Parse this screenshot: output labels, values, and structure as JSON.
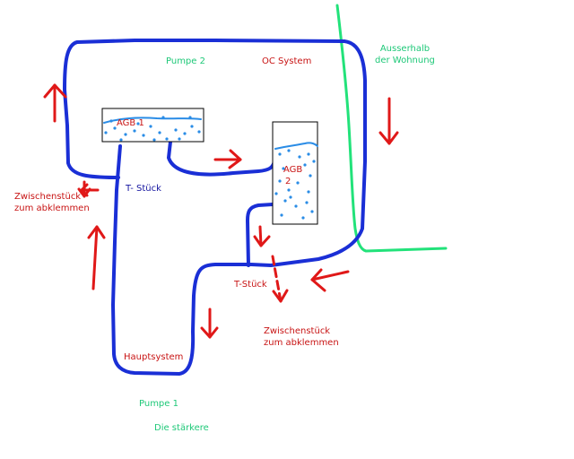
{
  "labels": {
    "pumpe2": "Pumpe 2",
    "oc_system": "OC System",
    "ausserhalb_line1": "Ausserhalb",
    "ausserhalb_line2": "der Wohnung",
    "agb1": "AGB 1",
    "agb2_line1": "AGB",
    "agb2_line2": "2",
    "t_stueck_left": "T- Stück",
    "zwischen_left_line1": "Zwischenstück",
    "zwischen_left_line2": "zum abklemmen",
    "t_stueck_bottom": "T-Stück",
    "zwischen_right_line1": "Zwischenstück",
    "zwischen_right_line2": "zum abklemmen",
    "hauptsystem": "Hauptsystem",
    "pumpe1": "Pumpe 1",
    "die_staerkere": "Die stärkere"
  },
  "colors": {
    "pipe": "#1a2fd6",
    "arrow": "#e01818",
    "boundary": "#22e27a",
    "water": "#2a8ce6",
    "box_border": "#000000"
  }
}
